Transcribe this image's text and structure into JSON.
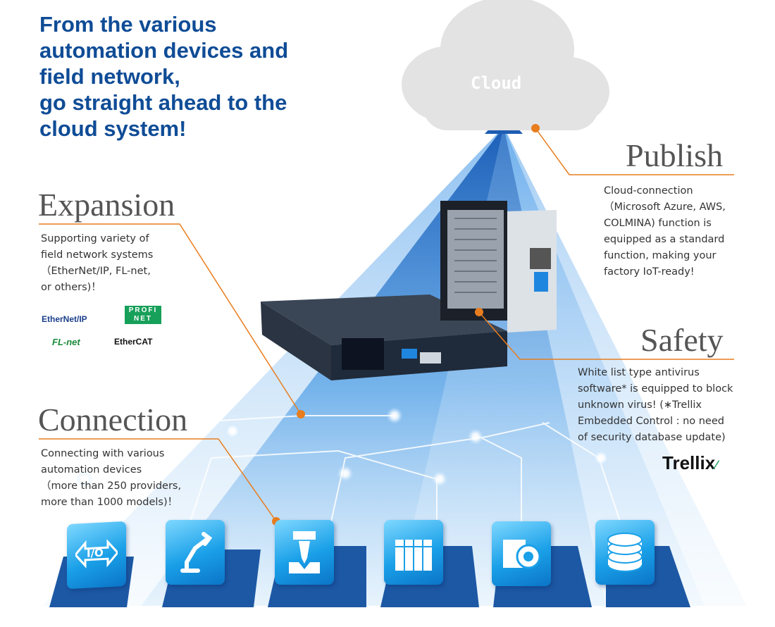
{
  "title": [
    "From the various",
    "automation devices and",
    "field network,",
    "go straight ahead to the",
    "cloud system!"
  ],
  "cloud": {
    "label": "Cloud"
  },
  "publish": {
    "heading": "Publish",
    "lines": [
      "Cloud-connection",
      "（Microsoft Azure, AWS,",
      "COLMINA) function is",
      "equipped as a standard",
      "function, making your",
      "factory IoT-ready!"
    ]
  },
  "expansion": {
    "heading": "Expansion",
    "lines": [
      "Supporting variety of",
      "field network systems",
      "（EtherNet/IP, FL-net,",
      "or others)！"
    ],
    "logos": [
      "EtherNet/IP",
      "PROFINET",
      "FL-net",
      "EtherCAT"
    ]
  },
  "connection": {
    "heading": "Connection",
    "lines": [
      "Connecting with various",
      "automation devices",
      "（more than 250 providers,",
      "more than 1000 models)！"
    ]
  },
  "safety": {
    "heading": "Safety",
    "lines": [
      "White list type antivirus",
      "software* is equipped to block",
      "unknown virus! (∗Trellix",
      "Embedded Control : no need",
      "of security database update)"
    ],
    "logo": "Trellix"
  },
  "tiles": [
    {
      "icon": "io-icon",
      "label": "I/O"
    },
    {
      "icon": "robot-arm-icon"
    },
    {
      "icon": "drill-machine-icon"
    },
    {
      "icon": "control-cabinet-icon"
    },
    {
      "icon": "camera-icon"
    },
    {
      "icon": "database-icon"
    }
  ],
  "colors": {
    "title": "#0f4c96",
    "accent_line": "#e87d1e",
    "beam": "#2f7fd6",
    "tile": "#1aa0e8"
  }
}
